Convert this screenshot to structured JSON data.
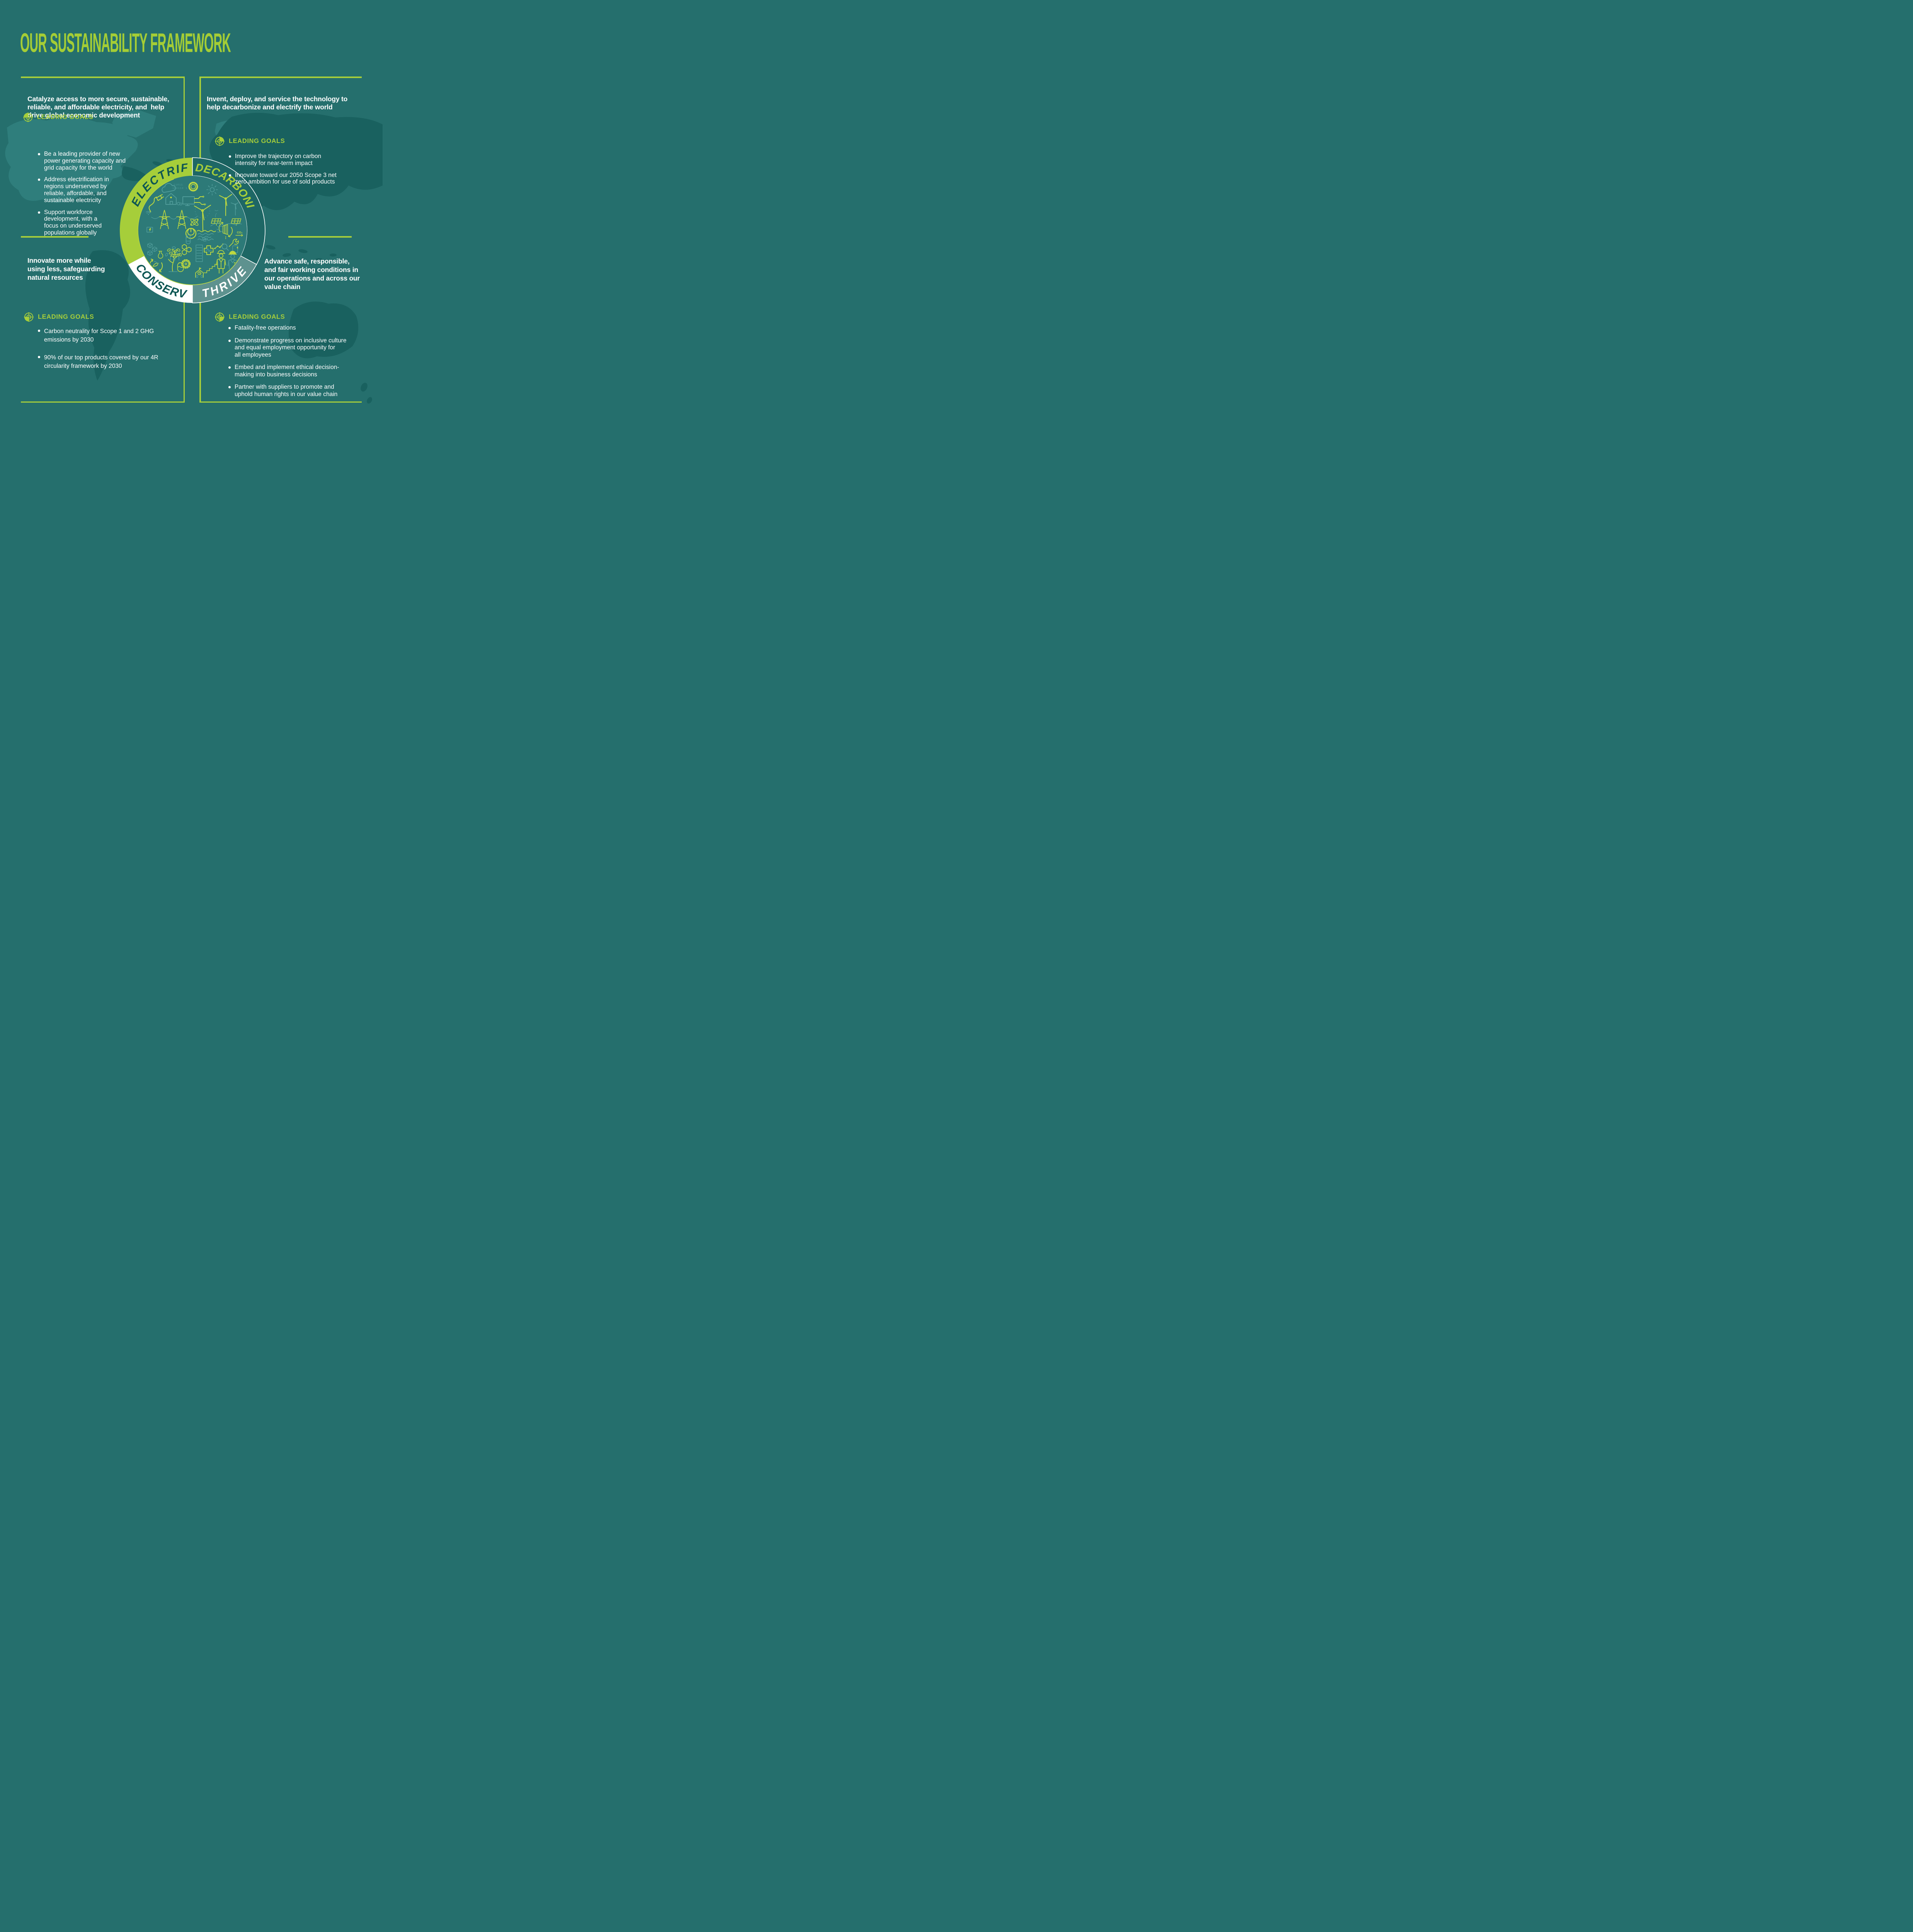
{
  "title": "OUR SUSTAINABILITY FRAMEWORK",
  "colors": {
    "background": "#256f6d",
    "accent_lime": "#a6ce3a",
    "dark_teal_text": "#0d5653",
    "white": "#ffffff",
    "ring_electrify": "#a6ce3a",
    "ring_decarbonize": "#1e6765",
    "ring_conserve": "#ffffff",
    "ring_thrive": "#5e928f",
    "inner_circle": "#2d7a78",
    "map_dark": "#19615f",
    "map_light": "#2f7e7c",
    "icon_lime": "#bdd83f",
    "icon_teal": "#4f9b99"
  },
  "ring": {
    "segments": [
      {
        "id": "electrify",
        "label": "ELECTRIFY"
      },
      {
        "id": "decarbonize",
        "label": "DECARBONIZE"
      },
      {
        "id": "conserve",
        "label": "CONSERVE"
      },
      {
        "id": "thrive",
        "label": "THRIVE"
      }
    ]
  },
  "quadrants": {
    "electrify": {
      "heading": "Catalyze access to more secure, sustainable,\nreliable, and affordable electricity, and  help\ndrive global economic development",
      "leading_goals_label": "LEADING GOALS",
      "bullets": [
        "Be a leading provider of new\npower generating capacity and\ngrid capacity for the world",
        "Address electrification in\nregions underserved by\nreliable, affordable, and\nsustainable electricity",
        "Support workforce\ndevelopment, with a\nfocus on underserved\npopulations globally"
      ]
    },
    "decarbonize": {
      "heading": "Invent, deploy, and service the technology to\nhelp decarbonize and electrify the world",
      "leading_goals_label": "LEADING GOALS",
      "bullets": [
        "Improve the trajectory on carbon\nintensity for near-term impact",
        "Innovate toward our 2050 Scope 3 net\nzero ambition for use of sold products"
      ]
    },
    "conserve": {
      "heading": "Innovate more while\nusing less, safeguarding\nnatural resources",
      "leading_goals_label": "LEADING GOALS",
      "bullets": [
        "Carbon neutrality for Scope 1 and 2 GHG\nemissions by 2030",
        "90% of our top products covered by our 4R\ncircularity framework by 2030"
      ]
    },
    "thrive": {
      "heading": "Advance safe, responsible,\nand fair working conditions in\nour operations and across our\nvalue chain",
      "leading_goals_label": "LEADING GOALS",
      "bullets": [
        "Fatality-free operations",
        "Demonstrate progress on inclusive culture\nand equal employment opportunity for\nall employees",
        "Embed and implement ethical decision-\nmaking into business decisions",
        "Partner with suppliers to promote and\nuphold human rights in our value chain"
      ]
    }
  },
  "illustration": {
    "icons": [
      "turbine-rotor",
      "binary-code",
      "cloud",
      "house",
      "computer-circuit",
      "sun",
      "wind-turbines",
      "power-plug",
      "transmission-towers",
      "atom",
      "solar-panels",
      "power-button",
      "water-waves",
      "hydro-turbine",
      "co2-capture",
      "recycle-arrows",
      "tree",
      "seedling",
      "solar-factory",
      "hexagons",
      "gear",
      "storage-jar",
      "battery-barrel",
      "cubes",
      "beaker",
      "power-box",
      "medical-cross",
      "bricks",
      "trend-chart-magnifier",
      "wrench",
      "clipboard",
      "construction-workers",
      "school-clock",
      "stairs",
      "signal"
    ],
    "co2_label": "CO₂",
    "binary_1": "11011",
    "binary_2": "100110 1"
  }
}
